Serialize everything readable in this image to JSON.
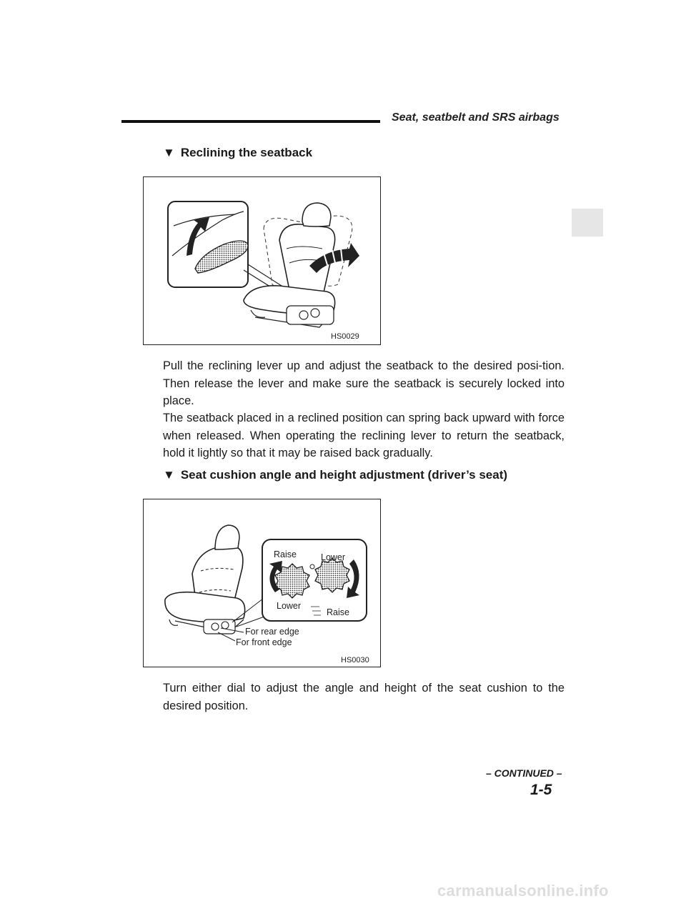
{
  "header": {
    "section_title": "Seat, seatbelt and SRS airbags"
  },
  "sections": [
    {
      "marker": "▼",
      "heading": "Reclining the seatback",
      "figure_code": "HS0029",
      "paragraphs": [
        "Pull the reclining lever up and adjust the seatback to the desired posi-tion. Then release the lever and make sure the seatback is securely locked into place.",
        "The seatback placed in a reclined position can spring back upward with force when released. When operating the reclining lever to return the seatback, hold it lightly so that it may be raised back gradually."
      ]
    },
    {
      "marker": "▼",
      "heading": "Seat cushion angle and height adjustment (driver’s seat)",
      "figure_code": "HS0030",
      "figure_labels": {
        "raise_left": "Raise",
        "lower_left": "Lower",
        "lower_right": "Lower",
        "raise_right": "Raise",
        "rear_edge": "For rear edge",
        "front_edge": "For front edge"
      },
      "paragraphs": [
        "Turn either dial to adjust the angle and height of the seat cushion to the desired position."
      ]
    }
  ],
  "footer": {
    "continued": "– CONTINUED –",
    "page_number": "1-5",
    "watermark": "carmanualsonline.info"
  }
}
